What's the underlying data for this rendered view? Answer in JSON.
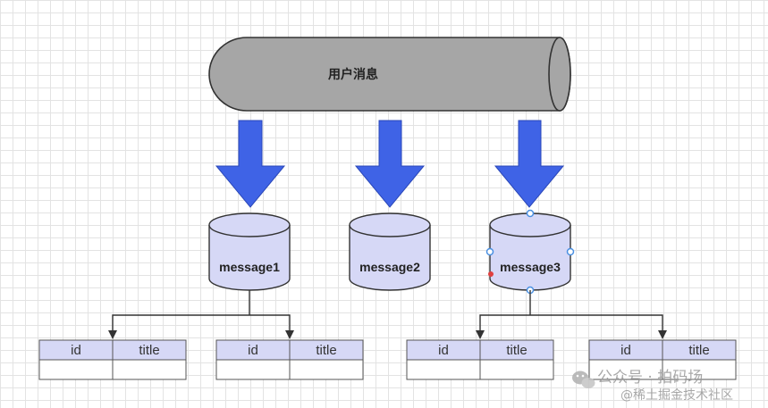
{
  "queue": {
    "label": "用户消息"
  },
  "databases": [
    {
      "label": "message1"
    },
    {
      "label": "message2"
    },
    {
      "label": "message3"
    }
  ],
  "tables": [
    {
      "columns": [
        "id",
        "title"
      ]
    },
    {
      "columns": [
        "id",
        "title"
      ]
    },
    {
      "columns": [
        "id",
        "title"
      ]
    },
    {
      "columns": [
        "id",
        "title"
      ]
    }
  ],
  "watermark": {
    "line1": "公众号 · 拍码场",
    "line2": "@稀土掘金技术社区"
  },
  "colors": {
    "queue_fill": "#a6a6a6",
    "arrow_fill": "#3f63e6",
    "db_fill": "#d6d8f6",
    "table_header": "#d6d8f6",
    "selection_handle": "#4a90e2",
    "edge_handle": "#e04040"
  }
}
